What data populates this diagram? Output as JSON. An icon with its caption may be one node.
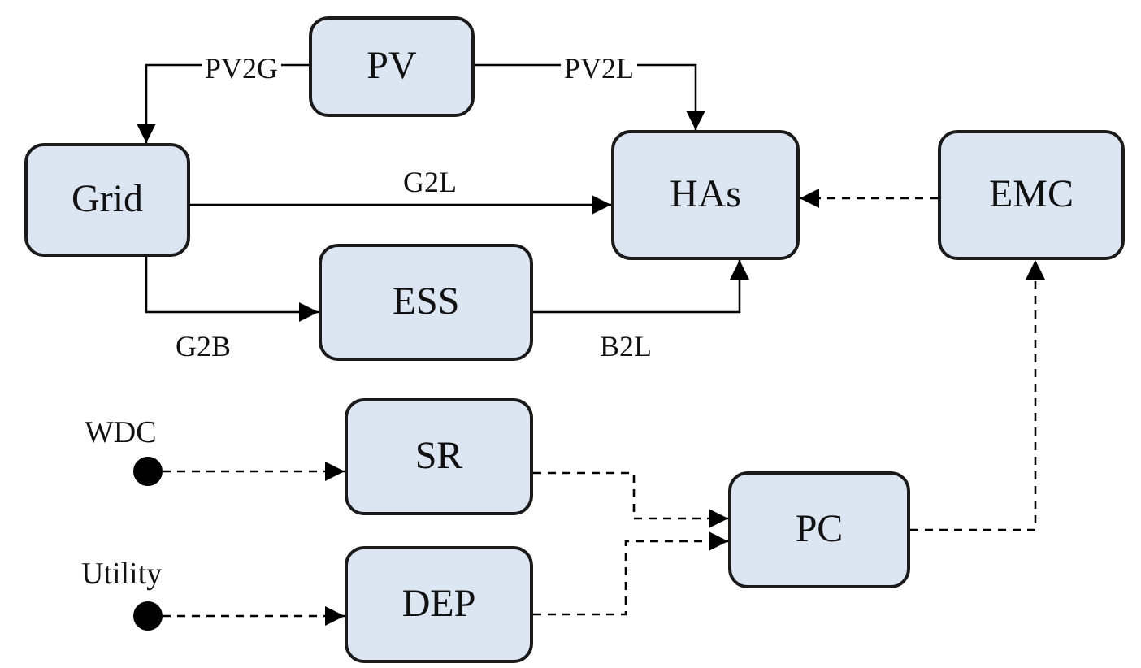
{
  "diagram": {
    "nodes": [
      {
        "text": [
          "PV"
        ]
      },
      {
        "text": [
          "Grid"
        ]
      },
      {
        "text": [
          "HAs"
        ]
      },
      {
        "text": [
          "EMC"
        ]
      },
      {
        "text": [
          "ESS"
        ]
      },
      {
        "text": [],
        "shape": "circle",
        "beside": [
          "WDC"
        ]
      },
      {
        "text": [
          "SR"
        ]
      },
      {
        "text": [
          "PC"
        ]
      },
      {
        "text": [],
        "shape": "circle",
        "beside": [
          "Utility"
        ]
      },
      {
        "text": [
          "DEP"
        ]
      }
    ],
    "edges": [
      {
        "from": 0,
        "to": 1,
        "arrow": "to",
        "label": "PV2G"
      },
      {
        "from": 0,
        "to": 2,
        "arrow": "to",
        "label": "PV2L"
      },
      {
        "from": 1,
        "to": 2,
        "arrow": "to",
        "label": "G2L"
      },
      {
        "from": 1,
        "to": 4,
        "arrow": "to",
        "label": "G2B"
      },
      {
        "from": 4,
        "to": 2,
        "arrow": "to",
        "label": "B2L"
      },
      {
        "from": 3,
        "to": 2,
        "arrow": "to",
        "style": "dashed"
      },
      {
        "from": 5,
        "to": 6,
        "arrow": "to",
        "style": "dashed"
      },
      {
        "from": 8,
        "to": 9,
        "arrow": "to",
        "style": "dashed"
      },
      {
        "from": 6,
        "to": 7,
        "arrow": "to",
        "style": "dashed"
      },
      {
        "from": 9,
        "to": 7,
        "arrow": "to",
        "style": "dashed"
      },
      {
        "from": 7,
        "to": 3,
        "arrow": "to",
        "style": "dashed"
      }
    ]
  }
}
